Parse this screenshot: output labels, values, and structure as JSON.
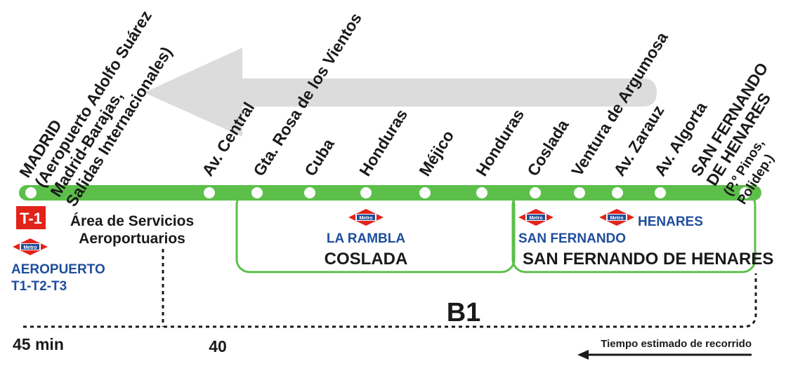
{
  "colors": {
    "line_green": "#5cbf4a",
    "metro_red": "#e2231a",
    "metro_blue": "#1f4e9c",
    "arrow_grey": "#dcdcdc",
    "text_dark": "#1a1a1a"
  },
  "route": {
    "line_code": "B1"
  },
  "stops": [
    {
      "label_lines": [
        "MADRID",
        "(Aeropuerto Adolfo Suárez",
        "Madrid-Barajas,",
        "Salidas Internacionales)"
      ]
    },
    {
      "label_lines": [
        "Av. Central"
      ]
    },
    {
      "label_lines": [
        "Gta. Rosa de los Vientos"
      ]
    },
    {
      "label_lines": [
        "Cuba"
      ]
    },
    {
      "label_lines": [
        "Honduras"
      ]
    },
    {
      "label_lines": [
        "Méjico"
      ]
    },
    {
      "label_lines": [
        "Honduras"
      ]
    },
    {
      "label_lines": [
        "Coslada"
      ]
    },
    {
      "label_lines": [
        "Ventura de Argumosa"
      ]
    },
    {
      "label_lines": [
        "Av. Zarauz"
      ]
    },
    {
      "label_lines": [
        "Av. Algorta"
      ]
    },
    {
      "label_lines": [
        "SAN FERNANDO",
        "DE HENARES",
        "(P.º Pinos,",
        "Polidep.)"
      ]
    }
  ],
  "airport": {
    "badge": "T-1",
    "area_line1": "Área de Servicios",
    "area_line2": "Aeroportuarios",
    "metro_station_line1": "AEROPUERTO",
    "metro_station_line2": "T1-T2-T3"
  },
  "metro_logo_text": "Metro",
  "zones": [
    {
      "name": "COSLADA",
      "metro_stations": [
        "LA RAMBLA"
      ]
    },
    {
      "name": "SAN FERNANDO DE HENARES",
      "metro_stations": [
        "SAN FERNANDO",
        "HENARES"
      ]
    }
  ],
  "times": {
    "first": "45 min",
    "second": "40"
  },
  "legend": {
    "travel_time": "Tiempo estimado de recorrido"
  }
}
